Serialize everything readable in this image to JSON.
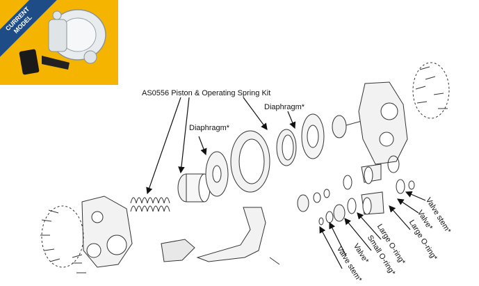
{
  "badge": {
    "line1": "CURRENT",
    "line2": "MODEL"
  },
  "labels": {
    "kit": "AS0556 Piston & Operating Spring Kit",
    "diaphragm_upper": "Diaphragm*",
    "diaphragm_lower": "Diaphragm*",
    "valve_stem_right": "Valve stem*",
    "valve_right": "Valve*",
    "large_oring_right": "Large O-ring*",
    "large_oring_lower": "Large O-ring*",
    "small_oring": "Small O-ring*",
    "valve_lower": "Valve*",
    "valve_stem_lower": "Valve stem*"
  },
  "colors": {
    "badge_bg": "#1d4c86",
    "thumb_bg": "#f4b400"
  }
}
